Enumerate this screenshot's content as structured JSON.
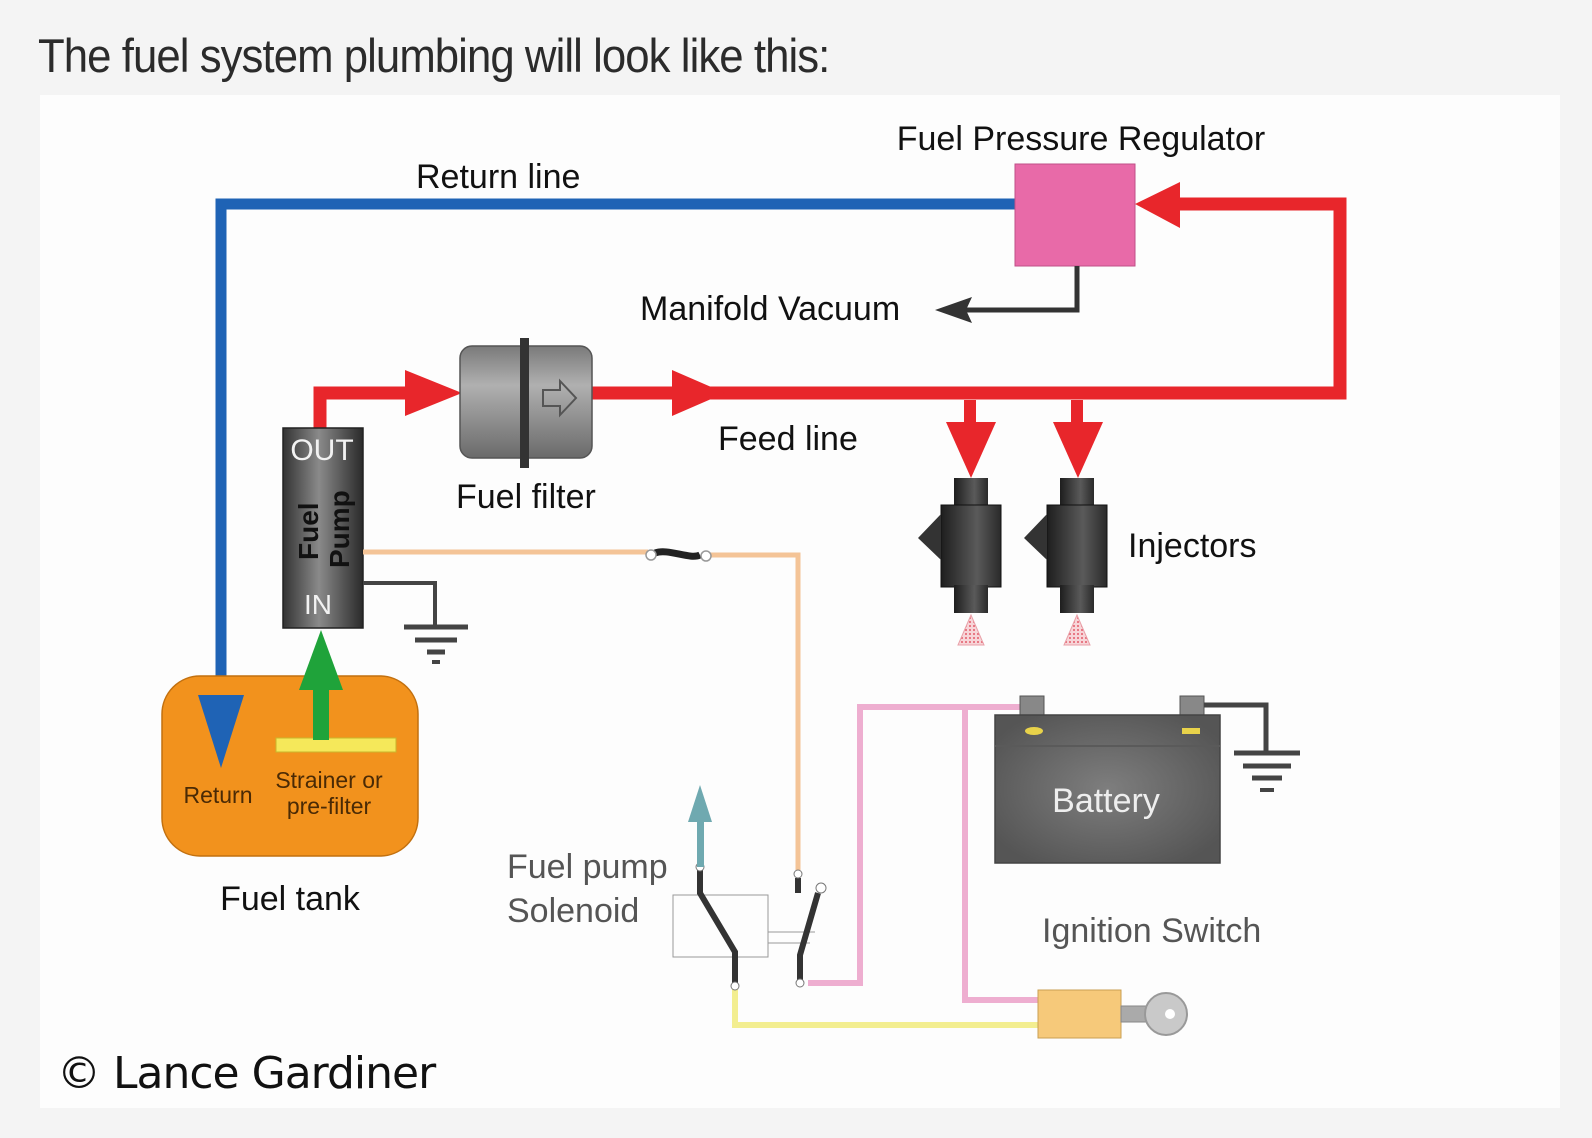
{
  "intro_text": "The fuel system plumbing will look like this:",
  "diagram": {
    "labels": {
      "fuel_pressure_regulator": "Fuel Pressure Regulator",
      "return_line": "Return line",
      "manifold_vacuum": "Manifold Vacuum",
      "feed_line": "Feed line",
      "fuel_filter": "Fuel filter",
      "injectors": "Injectors",
      "pump_out": "OUT",
      "pump_in": "IN",
      "pump_name_1": "Fuel",
      "pump_name_2": "Pump",
      "tank_return": "Return",
      "strainer_1": "Strainer or",
      "strainer_2": "pre-filter",
      "fuel_tank": "Fuel tank",
      "solenoid_1": "Fuel pump",
      "solenoid_2": "Solenoid",
      "battery": "Battery",
      "ignition_switch": "Ignition Switch",
      "credit": "© Lance Gardiner"
    },
    "colors": {
      "return_line": "#1f63b5",
      "feed_line": "#e8262b",
      "pump_inlet": "#1fa33a",
      "regulator": "#e86aa8",
      "tank": "#f2921d",
      "strainer": "#f5e85a",
      "pump_wire": "#f4c497",
      "ignition_wire": "#eeaed0",
      "solenoid_wire": "#f3ee90",
      "solenoid_arrow": "#6fa9b0",
      "vacuum_line": "#333333",
      "ground": "#444444"
    }
  }
}
